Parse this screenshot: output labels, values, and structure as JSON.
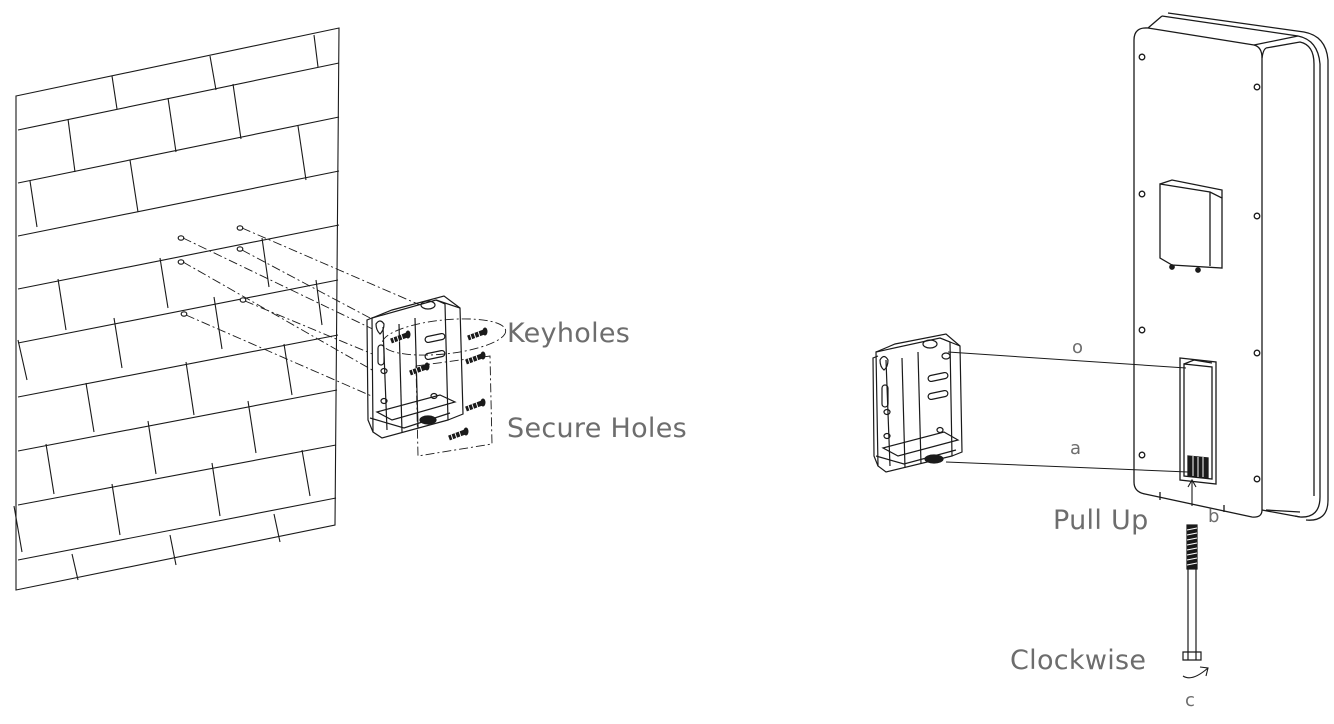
{
  "diagram": {
    "wall_labels": {
      "keyholes": "Keyholes",
      "secure_holes": "Secure Holes"
    },
    "mount_labels": {
      "pull_up": "Pull Up",
      "clockwise": "Clockwise",
      "step_a_top": "o",
      "step_a_bottom": "a",
      "step_b": "b",
      "step_c": "c"
    },
    "line_color": "#1a1a1a",
    "label_color": "#6d6d6d"
  }
}
